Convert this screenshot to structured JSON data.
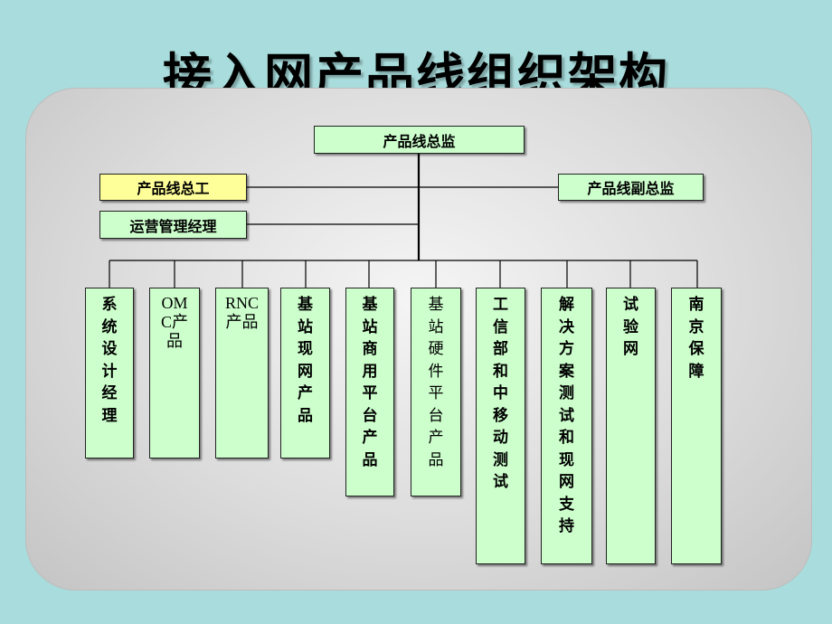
{
  "title": "接入网产品线组织架构",
  "top": {
    "label": "产品线总监"
  },
  "side_left": [
    {
      "label": "产品线总工"
    },
    {
      "label": "运营管理经理"
    }
  ],
  "side_right": {
    "label": "产品线副总监"
  },
  "units": [
    {
      "label": "系统设计经理"
    },
    {
      "label": "OMC产品"
    },
    {
      "label": "RNC产品"
    },
    {
      "label": "基站现网产品"
    },
    {
      "label": "基站商用平台产品"
    },
    {
      "label": "基站硬件平台产品"
    },
    {
      "label": "工信部和中移动测试"
    },
    {
      "label": "解决方案测试和现网支持"
    },
    {
      "label": "试验网"
    },
    {
      "label": "南京保障"
    }
  ],
  "colors": {
    "background": "#a9dcdc",
    "box_fill": "#ccffcc",
    "highlight_fill": "#ffff99"
  }
}
